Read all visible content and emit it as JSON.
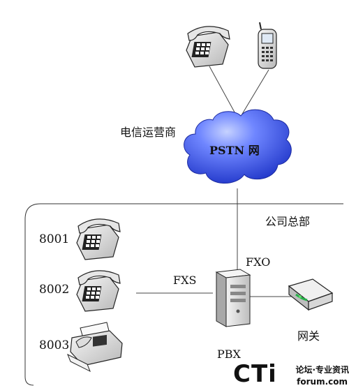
{
  "network": {
    "operator_label": "电信运营商",
    "cloud_label": "PSTN 网"
  },
  "headquarters": {
    "title": "公司总部",
    "extensions": [
      {
        "number": "8001",
        "device": "desk-phone-icon"
      },
      {
        "number": "8002",
        "device": "desk-phone-icon"
      },
      {
        "number": "8003",
        "device": "fax-machine-icon"
      }
    ],
    "fxs_label": "FXS",
    "fxo_label": "FXO",
    "pbx_label": "PBX",
    "gateway_label": "网关"
  },
  "watermark": {
    "logo": "CTi",
    "line1": "论坛·专业资讯",
    "line2": "forum.com"
  },
  "colors": {
    "cloud_fill": "#2f4fe0",
    "cloud_highlight": "#8fa6ff",
    "line": "#444444"
  }
}
